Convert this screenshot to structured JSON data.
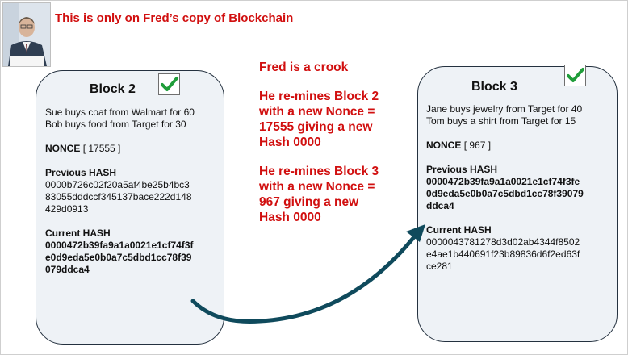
{
  "heading": "This is only on Fred’s copy of Blockchain",
  "story": {
    "title": "Fred is a crook",
    "step1": [
      "He re-mines Block 2",
      "with a new Nonce =",
      "17555 giving a new",
      "Hash 0000"
    ],
    "step2": [
      "He re-mines Block 3",
      "with a new Nonce =",
      "967 giving a new",
      "Hash 0000"
    ]
  },
  "block2": {
    "title": "Block 2",
    "transactions": [
      "Sue buys coat from Walmart for 60",
      "Bob buys food from Target for 30"
    ],
    "nonce_label": "NONCE",
    "nonce_value": "[  17555 ]",
    "previous_hash_label": "Previous HASH",
    "previous_hash_lines": [
      "0000b726c02f20a5af4be25b4bc3",
      "83055dddccf345137bace222d148",
      "429d0913"
    ],
    "current_hash_label": "Current HASH",
    "current_hash_lines": [
      "0000472b39fa9a1a0021e1cf74f3f",
      "e0d9eda5e0b0a7c5dbd1cc78f39",
      "079ddca4"
    ]
  },
  "block3": {
    "title": "Block 3",
    "transactions": [
      "Jane buys jewelry from Target for 40",
      "Tom buys a shirt from Target for 15"
    ],
    "nonce_label": "NONCE",
    "nonce_value": "[  967  ]",
    "previous_hash_label": "Previous HASH",
    "previous_hash_lines": [
      "0000472b39fa9a1a0021e1cf74f3fe",
      "0d9eda5e0b0a7c5dbd1cc78f39079",
      "ddca4"
    ],
    "current_hash_label": "Current HASH",
    "current_hash_lines": [
      "0000043781278d3d02ab4344f8502",
      "e4ae1b440691f23b89836d6f2ed63f",
      "ce281"
    ]
  },
  "icons": [
    "check-icon",
    "person-photo"
  ],
  "colors": {
    "accent_red": "#d10f0f",
    "check_green": "#1f9d3a",
    "arrow_teal": "#0f4a5c",
    "block_fill": "#eef2f6"
  }
}
